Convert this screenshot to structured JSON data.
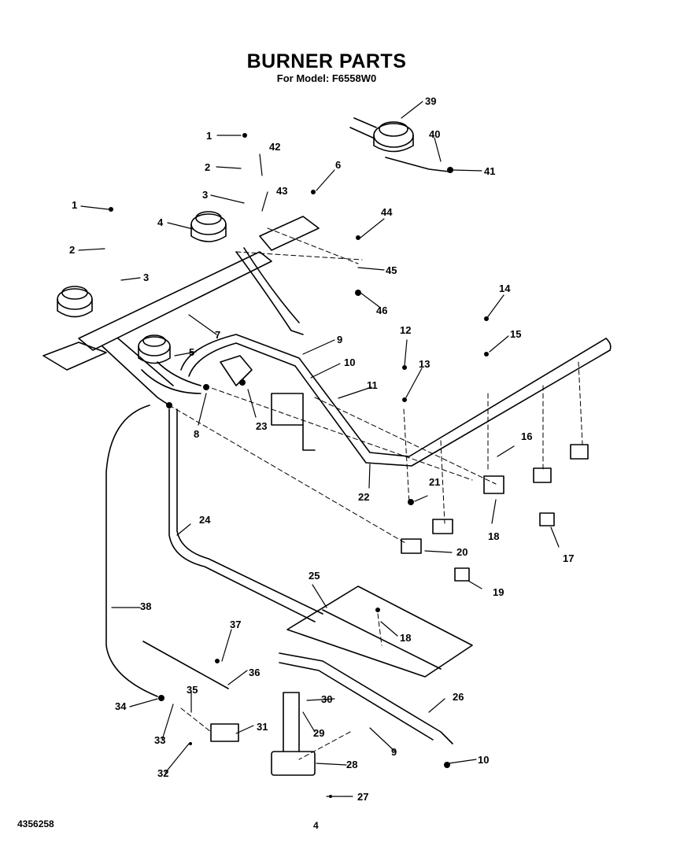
{
  "header": {
    "title": "BURNER PARTS",
    "subtitle": "For Model: F6558W0"
  },
  "footer": {
    "doc_number": "4356258",
    "page_number": "4"
  },
  "part_callouts": [
    "1",
    "2",
    "3",
    "4",
    "1",
    "2",
    "3",
    "5",
    "6",
    "7",
    "8",
    "9",
    "10",
    "11",
    "12",
    "13",
    "14",
    "15",
    "16",
    "17",
    "18",
    "19",
    "20",
    "21",
    "22",
    "23",
    "24",
    "25",
    "26",
    "27",
    "28",
    "29",
    "30",
    "31",
    "32",
    "33",
    "34",
    "35",
    "36",
    "37",
    "38",
    "39",
    "40",
    "41",
    "42",
    "43",
    "44",
    "45",
    "46",
    "18",
    "9",
    "10"
  ]
}
